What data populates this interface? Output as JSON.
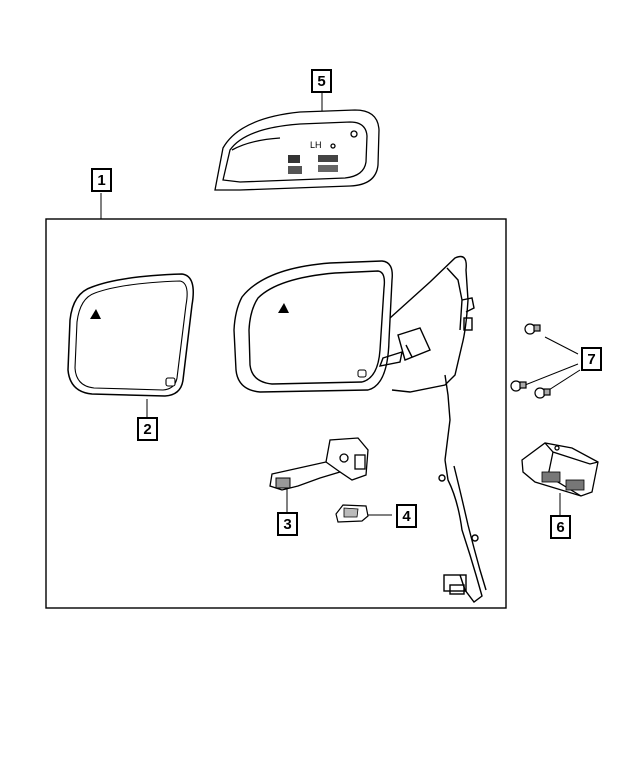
{
  "callouts": [
    {
      "id": "1",
      "label": "1"
    },
    {
      "id": "2",
      "label": "2"
    },
    {
      "id": "3",
      "label": "3"
    },
    {
      "id": "4",
      "label": "4"
    },
    {
      "id": "5",
      "label": "5"
    },
    {
      "id": "6",
      "label": "6"
    },
    {
      "id": "7",
      "label": "7"
    }
  ],
  "mirror_cap_text": {
    "side": "LH"
  },
  "colors": {
    "line": "#000000",
    "background": "#ffffff"
  }
}
